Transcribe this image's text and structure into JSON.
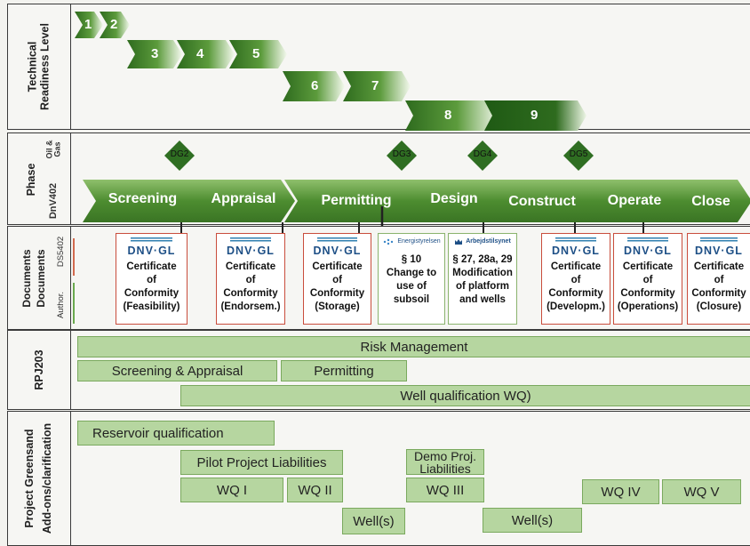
{
  "lanes": {
    "trl": "Technical Readiness Level",
    "phase": "Phase",
    "phase_oil_gas": "Oil & Gas",
    "phase_dnv": "DnV402",
    "documents_1": "Documents",
    "documents_2": "Documents",
    "ds": "DS5402",
    "author": "Author.",
    "rpj": "RPJ203",
    "greensand_1": "Project Greensand",
    "greensand_2": "Add-ons/clarification"
  },
  "trl_steps": [
    "1",
    "2",
    "3",
    "4",
    "5",
    "6",
    "7",
    "8",
    "9"
  ],
  "decision_gates": [
    "DG2",
    "DG3",
    "DG4",
    "DG5"
  ],
  "phases": [
    "Screening",
    "Appraisal",
    "Permitting",
    "Design",
    "Construct",
    "Operate",
    "Close"
  ],
  "documents": [
    {
      "logo": "DNV·GL",
      "lines": [
        "Certificate",
        "of",
        "Conformity",
        "(Feasibility)"
      ]
    },
    {
      "logo": "DNV·GL",
      "lines": [
        "Certificate",
        "of",
        "Conformity",
        "(Endorsem.)"
      ]
    },
    {
      "logo": "DNV·GL",
      "lines": [
        "Certificate",
        "of",
        "Conformity",
        "(Storage)"
      ]
    },
    {
      "logo": "Energistyrelsen",
      "lines": [
        "§ 10",
        "Change to",
        "use of",
        "subsoil"
      ]
    },
    {
      "logo": "Arbejdstilsynet",
      "lines": [
        "§ 27, 28a, 29",
        "Modification",
        "of platform",
        "and wells"
      ]
    },
    {
      "logo": "DNV·GL",
      "lines": [
        "Certificate",
        "of",
        "Conformity",
        "(Developm.)"
      ]
    },
    {
      "logo": "DNV·GL",
      "lines": [
        "Certificate",
        "of",
        "Conformity",
        "(Operations)"
      ]
    },
    {
      "logo": "DNV·GL",
      "lines": [
        "Certificate",
        "of",
        "Conformity",
        "(Closure)"
      ]
    }
  ],
  "rpj_bars": [
    "Risk Management",
    "Screening & Appraisal",
    "Permitting",
    "Well qualification WQ)"
  ],
  "greensand_bars": [
    "Reservoir qualification",
    "Pilot Project Liabilities",
    "Demo Proj.",
    "Liabilities",
    "WQ I",
    "WQ II",
    "WQ III",
    "WQ IV",
    "WQ V",
    "Well(s)",
    "Well(s)"
  ],
  "colors": {
    "arrow_dark": "#3d7a25",
    "arrow_light": "#f2f8ec",
    "bar": "#b6d6a0",
    "dg": "#2f6e22",
    "cert_border": "#c94d3c"
  }
}
